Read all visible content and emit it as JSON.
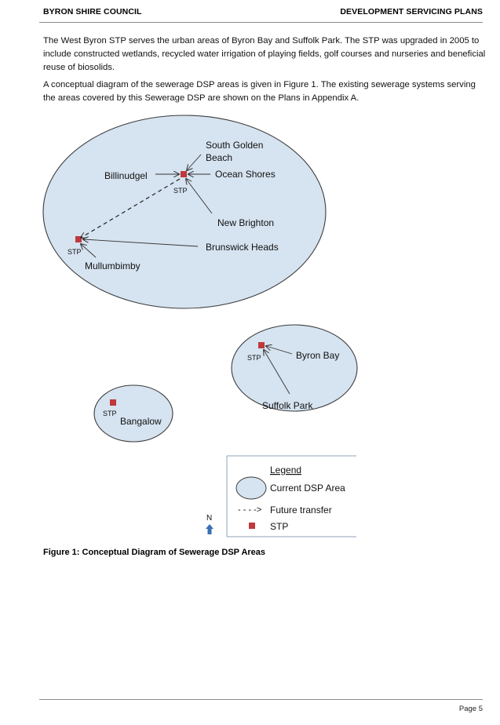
{
  "header": {
    "left": "BYRON SHIRE COUNCIL",
    "right": "DEVELOPMENT SERVICING PLANS"
  },
  "body": {
    "paragraph1": "The West Byron STP serves the urban areas of Byron Bay and Suffolk Park. The STP was upgraded in 2005 to include constructed wetlands, recycled water irrigation of playing fields, golf courses and nurseries and beneficial reuse of biosolids.",
    "paragraph2": "A conceptual diagram of the sewerage DSP areas is given in Figure 1. The existing sewerage systems serving the areas covered by this Sewerage DSP are shown on the Plans in Appendix A."
  },
  "diagram": {
    "colors": {
      "area_fill": "#d6e3f0",
      "area_stroke": "#3c3c3c",
      "stp": "#c0393b",
      "north_arrow": "#3a6fb5"
    },
    "area1": {
      "south_golden_beach_line1": "South Golden",
      "south_golden_beach_line2": "Beach",
      "billinudgel": "Billinudgel",
      "ocean_shores": "Ocean Shores",
      "stp_ocean_shores": "STP",
      "new_brighton": "New Brighton",
      "brunswick_heads": "Brunswick Heads",
      "stp_brunswick": "STP",
      "mullumbimby": "Mullumbimby"
    },
    "area2": {
      "stp": "STP",
      "byron_bay": "Byron Bay",
      "suffolk_park": "Suffolk Park"
    },
    "area3": {
      "stp": "STP",
      "bangalow": "Bangalow"
    },
    "north_label": "N",
    "legend": {
      "title": "Legend",
      "area_label": "Current DSP Area",
      "transfer_symbol": "- - - ->",
      "transfer_label": "Future transfer",
      "stp_label": "STP"
    }
  },
  "figure_caption": "Figure 1: Conceptual Diagram of Sewerage DSP Areas",
  "footer": {
    "page": "Page 5"
  }
}
